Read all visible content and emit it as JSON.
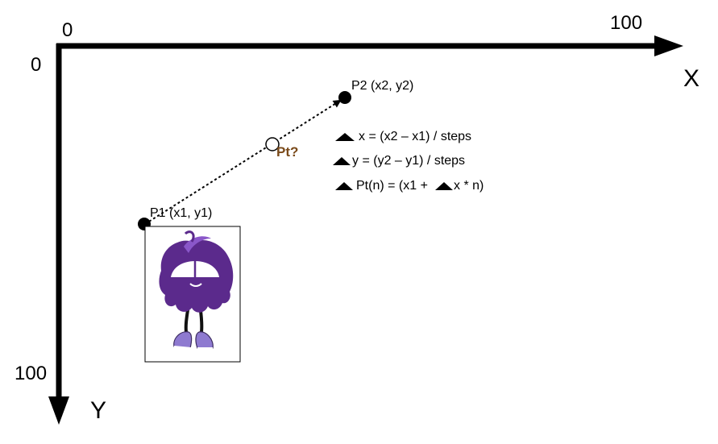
{
  "axes": {
    "origin_x_label": "0",
    "origin_y_label": "0",
    "x_end_label": "100",
    "y_end_label": "100",
    "x_name": "X",
    "y_name": "Y"
  },
  "points": {
    "p1_label": "P1 (x1, y1)",
    "p2_label": "P2 (x2, y2)",
    "intermediate_label": "Pt?"
  },
  "formulas": {
    "delta_symbol": "▲",
    "dx": "x = (x2 – x1) / steps",
    "dy": "y = (y2 – y1) / steps",
    "pt_n_before": "Pt(n) = (x1 +",
    "pt_n_after": "x * n)"
  },
  "colors": {
    "pt_question": "#7a4a1a",
    "character_body": "#5b2a8c",
    "character_highlight": "#8a57c9",
    "shoes": "#8e7ad0"
  },
  "icons": {
    "character": "purple-fluffy-monster-character"
  }
}
